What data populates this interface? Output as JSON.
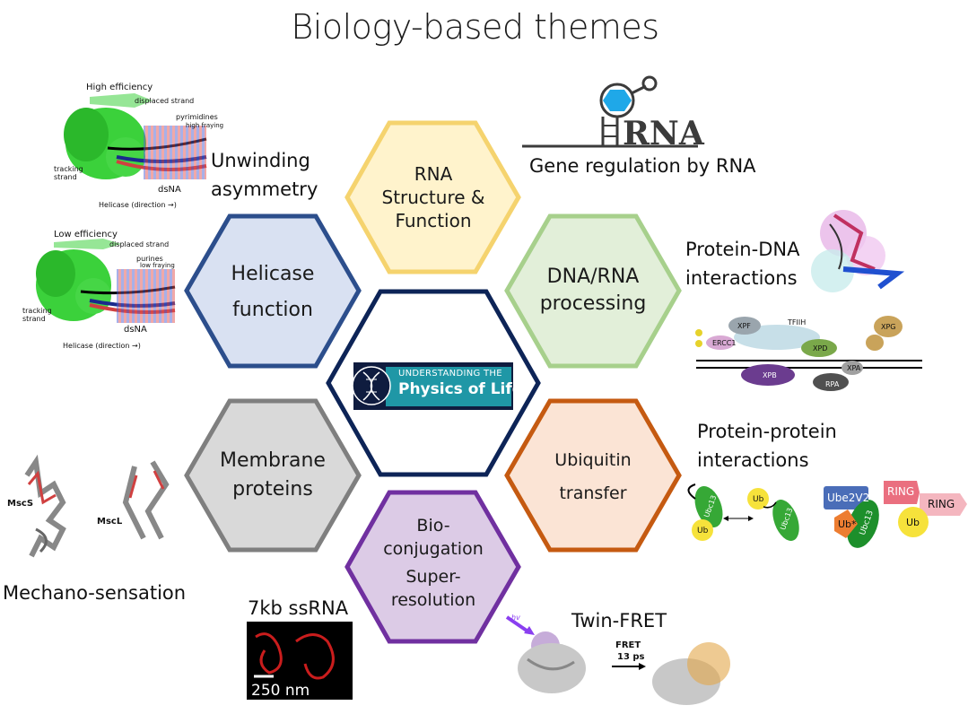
{
  "title": "Biology-based themes",
  "center_logo": {
    "line1": "UNDERSTANDING THE",
    "line2": "Physics of Life"
  },
  "hexagons": {
    "rna": [
      "RNA",
      "Structure &",
      "Function"
    ],
    "helicase": [
      "Helicase",
      "function"
    ],
    "dna": [
      "DNA/RNA",
      "processing"
    ],
    "membrane": [
      "Membrane",
      "proteins"
    ],
    "ubiquitin": [
      "Ubiquitin",
      "transfer"
    ],
    "bio": [
      "Bio-",
      "conjugation",
      "Super-",
      "resolution"
    ]
  },
  "labels": {
    "unwinding": [
      "Unwinding",
      "asymmetry"
    ],
    "gene_regulation": "Gene regulation by RNA",
    "protein_dna": [
      "Protein-DNA",
      "interactions"
    ],
    "protein_protein": [
      "Protein-protein",
      "interactions"
    ],
    "mechano": "Mechano-sensation",
    "ssrna": "7kb ssRNA",
    "twin_fret": "Twin-FRET"
  },
  "rna_logo": "RNA",
  "helicase_figure": {
    "top": {
      "efficiency": "High efficiency",
      "displaced": "displaced strand",
      "bases": "pyrimidines",
      "fraying": "high fraying",
      "tracking": "tracking strand",
      "dsna": "dsNA",
      "direction": "Helicase (direction →)"
    },
    "bottom": {
      "efficiency": "Low efficiency",
      "displaced": "displaced strand",
      "bases": "purines",
      "fraying": "low fraying",
      "tracking": "tracking strand",
      "dsna": "dsNA",
      "direction": "Helicase (direction →)"
    }
  },
  "tfiih_figure": {
    "tfiih": "TFIIH",
    "xpf": "XPF",
    "ercc1": "ERCC1",
    "xpd": "XPD",
    "xpg": "XPG",
    "xpb": "XPB",
    "xpa": "XPA",
    "rpa": "RPA"
  },
  "ubiquitin_figure": {
    "ub": "Ub",
    "ubc13": "Ubc13",
    "ube2v2": "Ube2V2",
    "ring": "RING",
    "ub_star": "Ub*"
  },
  "membrane_figure": {
    "mscs": "MscS",
    "mscl": "MscL"
  },
  "microscopy": {
    "scale": "250 nm"
  },
  "fret_figure": {
    "fret": "FRET",
    "time": "13 ps",
    "hv": "hv"
  },
  "colors": {
    "rna": {
      "stroke": "#f5d36e",
      "fill": "#fff3cc"
    },
    "helicase": {
      "stroke": "#2c4e8c",
      "fill": "#d9e1f2"
    },
    "dna": {
      "stroke": "#a7d08c",
      "fill": "#e2efd9"
    },
    "center": {
      "stroke": "#0d2457",
      "fill": "#ffffff"
    },
    "membrane": {
      "stroke": "#7f7f7f",
      "fill": "#d9d9d9"
    },
    "ubiquitin": {
      "stroke": "#c55a11",
      "fill": "#fbe4d5"
    },
    "bio": {
      "stroke": "#7030a0",
      "fill": "#dccbe6"
    }
  }
}
